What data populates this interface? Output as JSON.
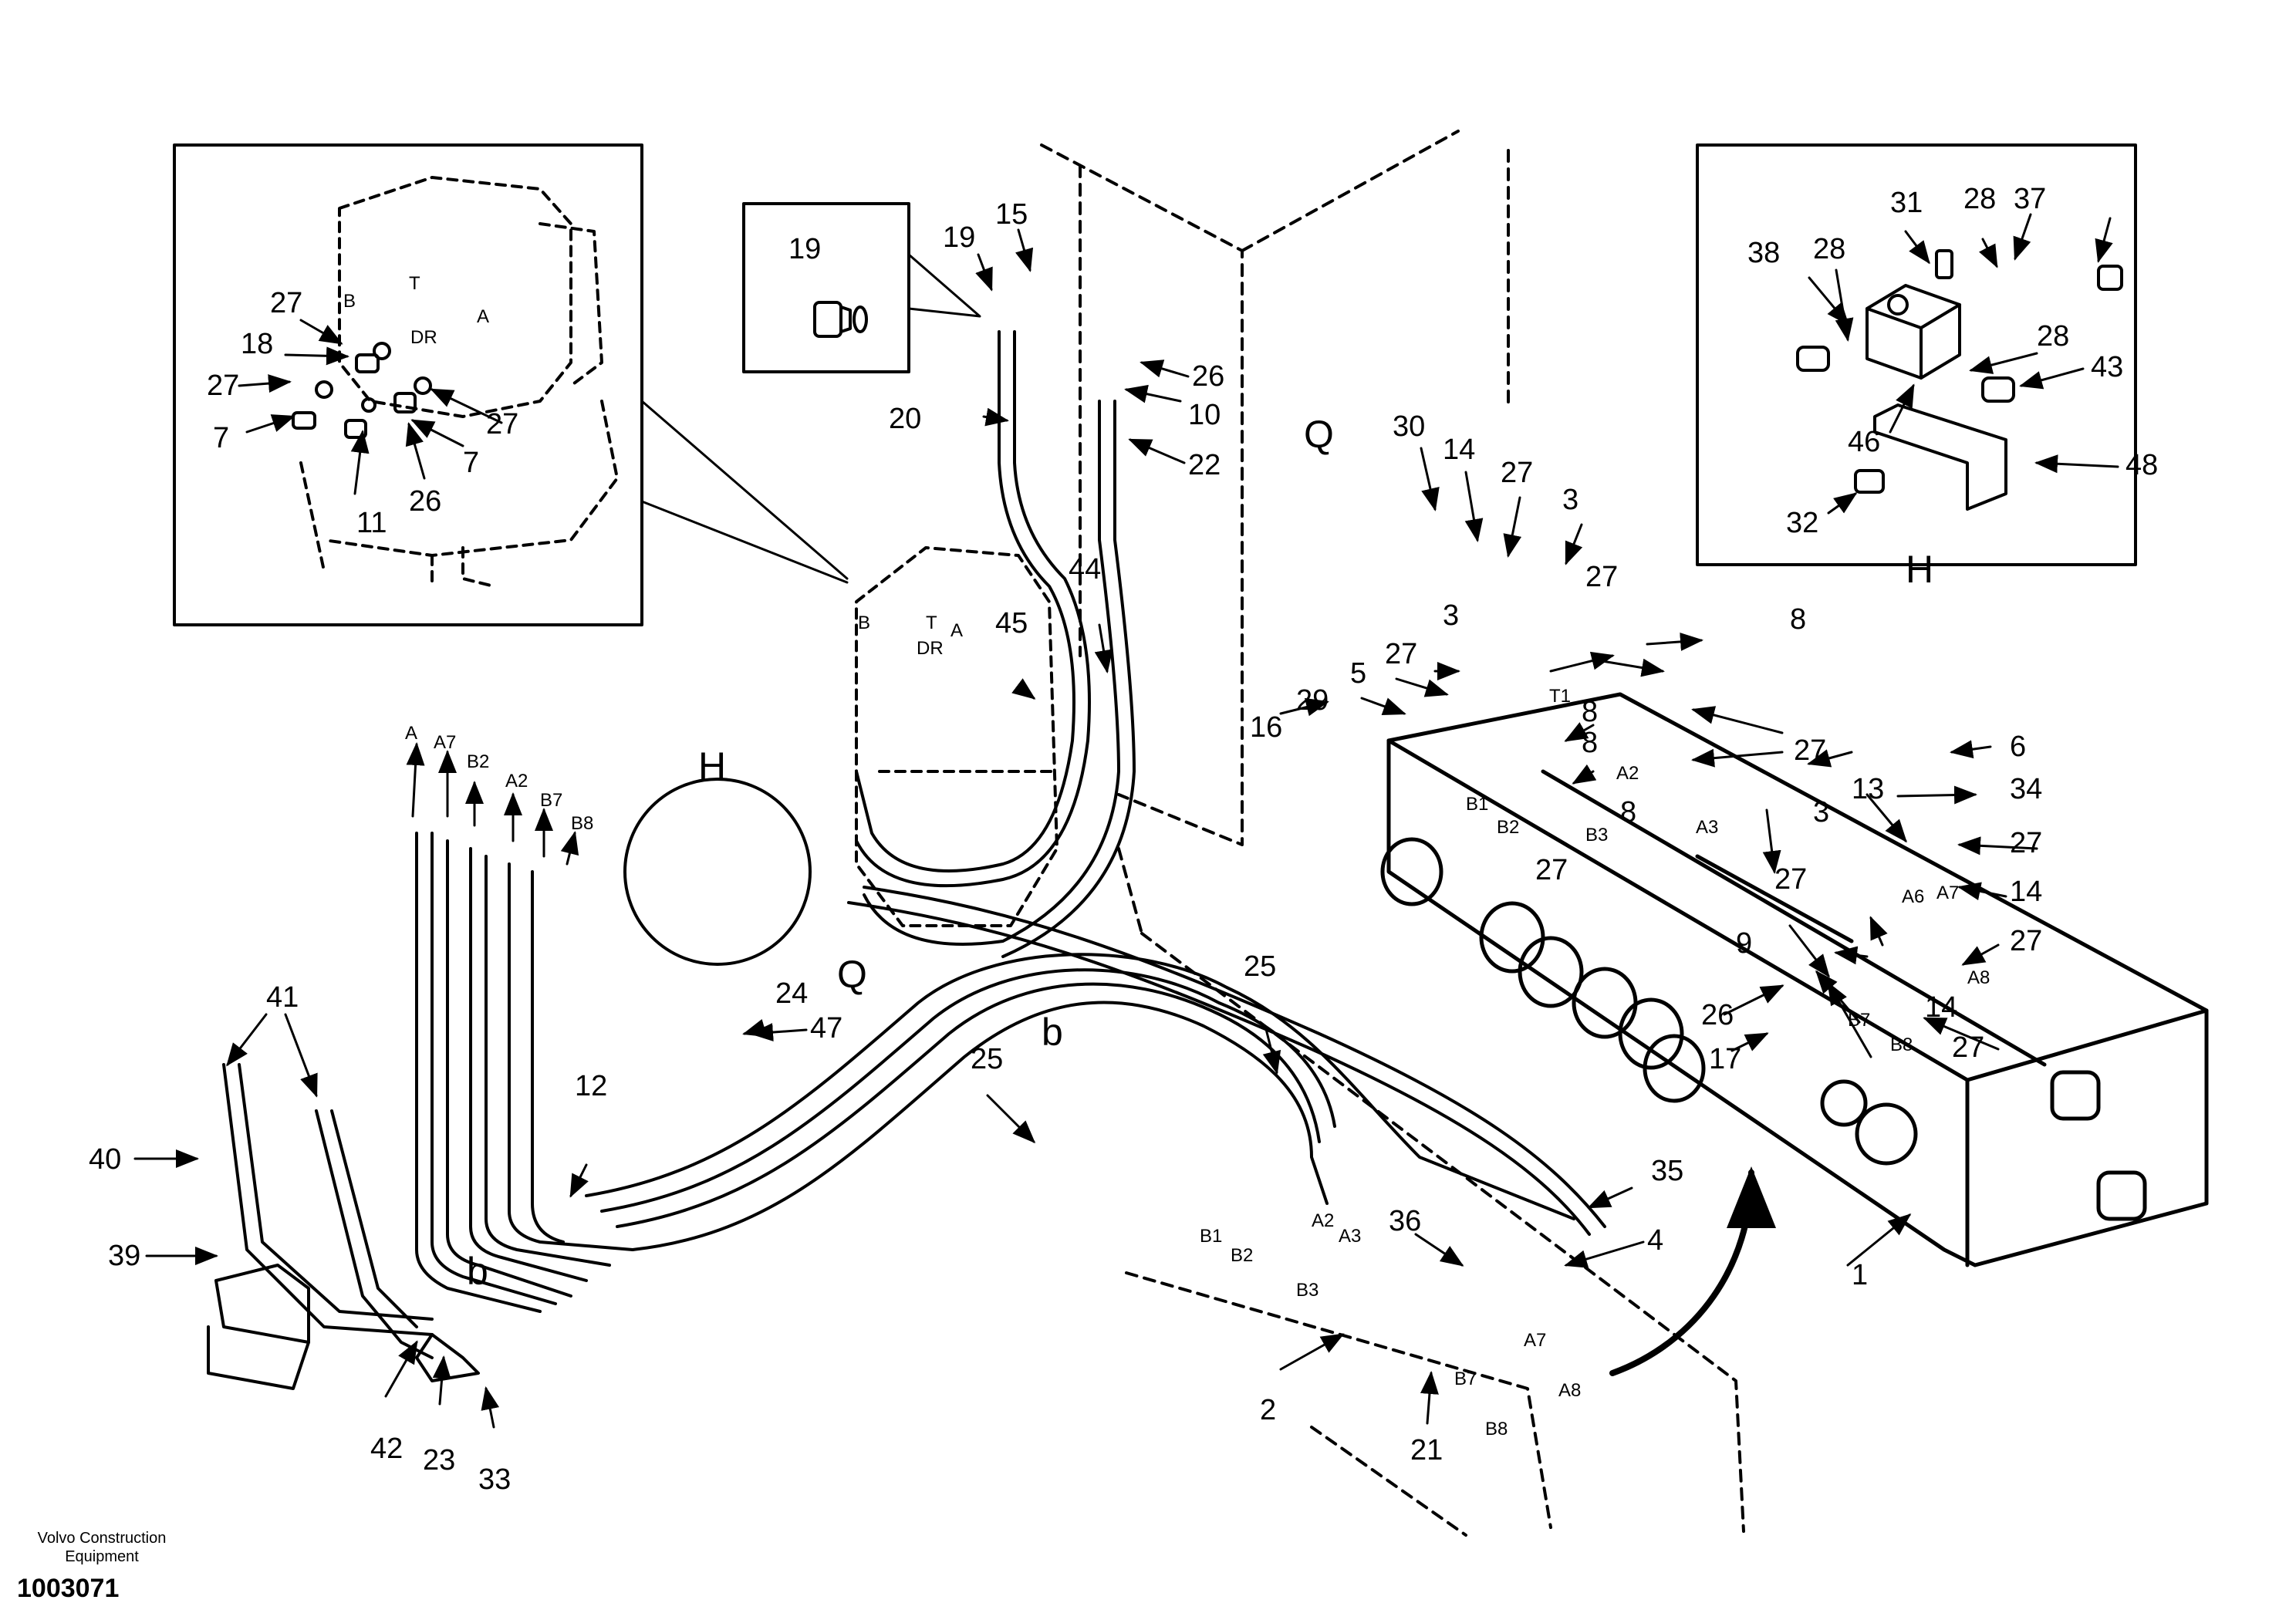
{
  "footer": {
    "brand_line1": "Volvo Construction",
    "brand_line2": "Equipment",
    "doc_number": "1003071"
  },
  "views": {
    "detail_h": "H",
    "detail_q": "Q",
    "detail_b": "b"
  },
  "callouts": [
    "1",
    "2",
    "3",
    "4",
    "5",
    "6",
    "7",
    "8",
    "9",
    "10",
    "11",
    "12",
    "13",
    "14",
    "15",
    "16",
    "17",
    "18",
    "19",
    "20",
    "21",
    "22",
    "23",
    "24",
    "25",
    "26",
    "27",
    "28",
    "29",
    "30",
    "31",
    "32",
    "33",
    "34",
    "35",
    "36",
    "37",
    "38",
    "39",
    "40",
    "41",
    "42",
    "43",
    "44",
    "45",
    "46",
    "47",
    "48"
  ],
  "ports": [
    "A",
    "A2",
    "A3",
    "A6",
    "A7",
    "A8",
    "B",
    "B1",
    "B2",
    "B3",
    "B7",
    "B8",
    "T",
    "T1",
    "DR"
  ]
}
